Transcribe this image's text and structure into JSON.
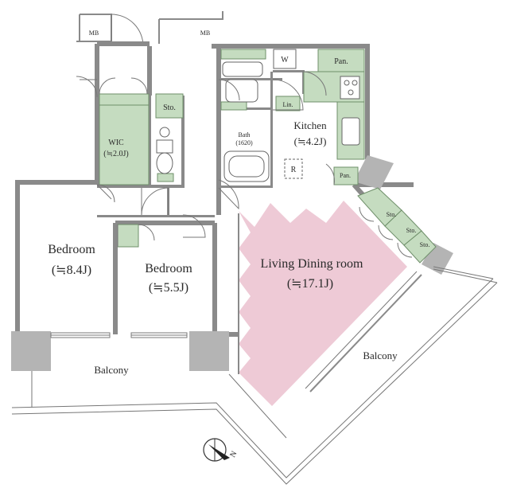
{
  "rooms": {
    "living": {
      "name": "Living Dining room",
      "size": "(≒17.1J)",
      "color": "#eecad6"
    },
    "bedroom1": {
      "name": "Bedroom",
      "size": "(≒8.4J)"
    },
    "bedroom2": {
      "name": "Bedroom",
      "size": "(≒5.5J)"
    },
    "kitchen": {
      "name": "Kitchen",
      "size": "(≒4.2J)"
    },
    "wic": {
      "name": "WIC",
      "size": "(≒2.0J)"
    },
    "bath": {
      "name": "Bath",
      "size": "(1620)"
    }
  },
  "labels": {
    "mb_left": "MB",
    "mb_right": "MB",
    "washer": "W",
    "pantry_top": "Pan.",
    "pantry_bottom": "Pan.",
    "linen": "Lin.",
    "refrigerator": "R",
    "storage_hall": "Sto.",
    "storage_1": "Sto.",
    "storage_2": "Sto.",
    "storage_3": "Sto.",
    "balcony_left": "Balcony",
    "balcony_right": "Balcony",
    "compass": "N"
  },
  "colors": {
    "storage": "#c5dcc0",
    "wall": "#8a8a8a",
    "pillar": "#b4b4b4"
  }
}
